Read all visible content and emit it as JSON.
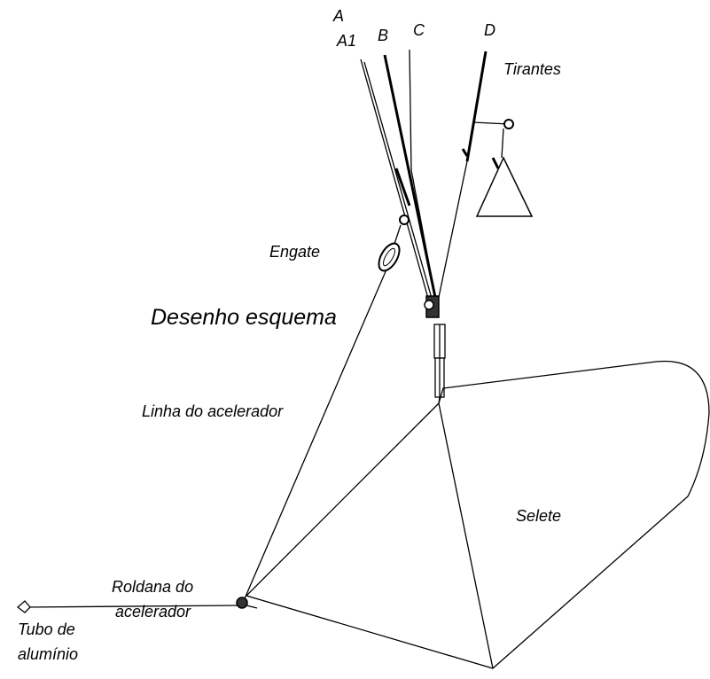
{
  "labels": {
    "a": "A",
    "a1": "A1",
    "b": "B",
    "c": "C",
    "d": "D",
    "tirantes": "Tirantes",
    "engate": "Engate",
    "desenho": "Desenho esquema",
    "linha": "Linha do acelerador",
    "selete": "Selete",
    "roldana_1": "Roldana do",
    "roldana_2": "acelerador",
    "tubo_1": "Tubo de",
    "tubo_2": "alumínio"
  },
  "colors": {
    "ink": "#000000",
    "background": "#ffffff"
  }
}
